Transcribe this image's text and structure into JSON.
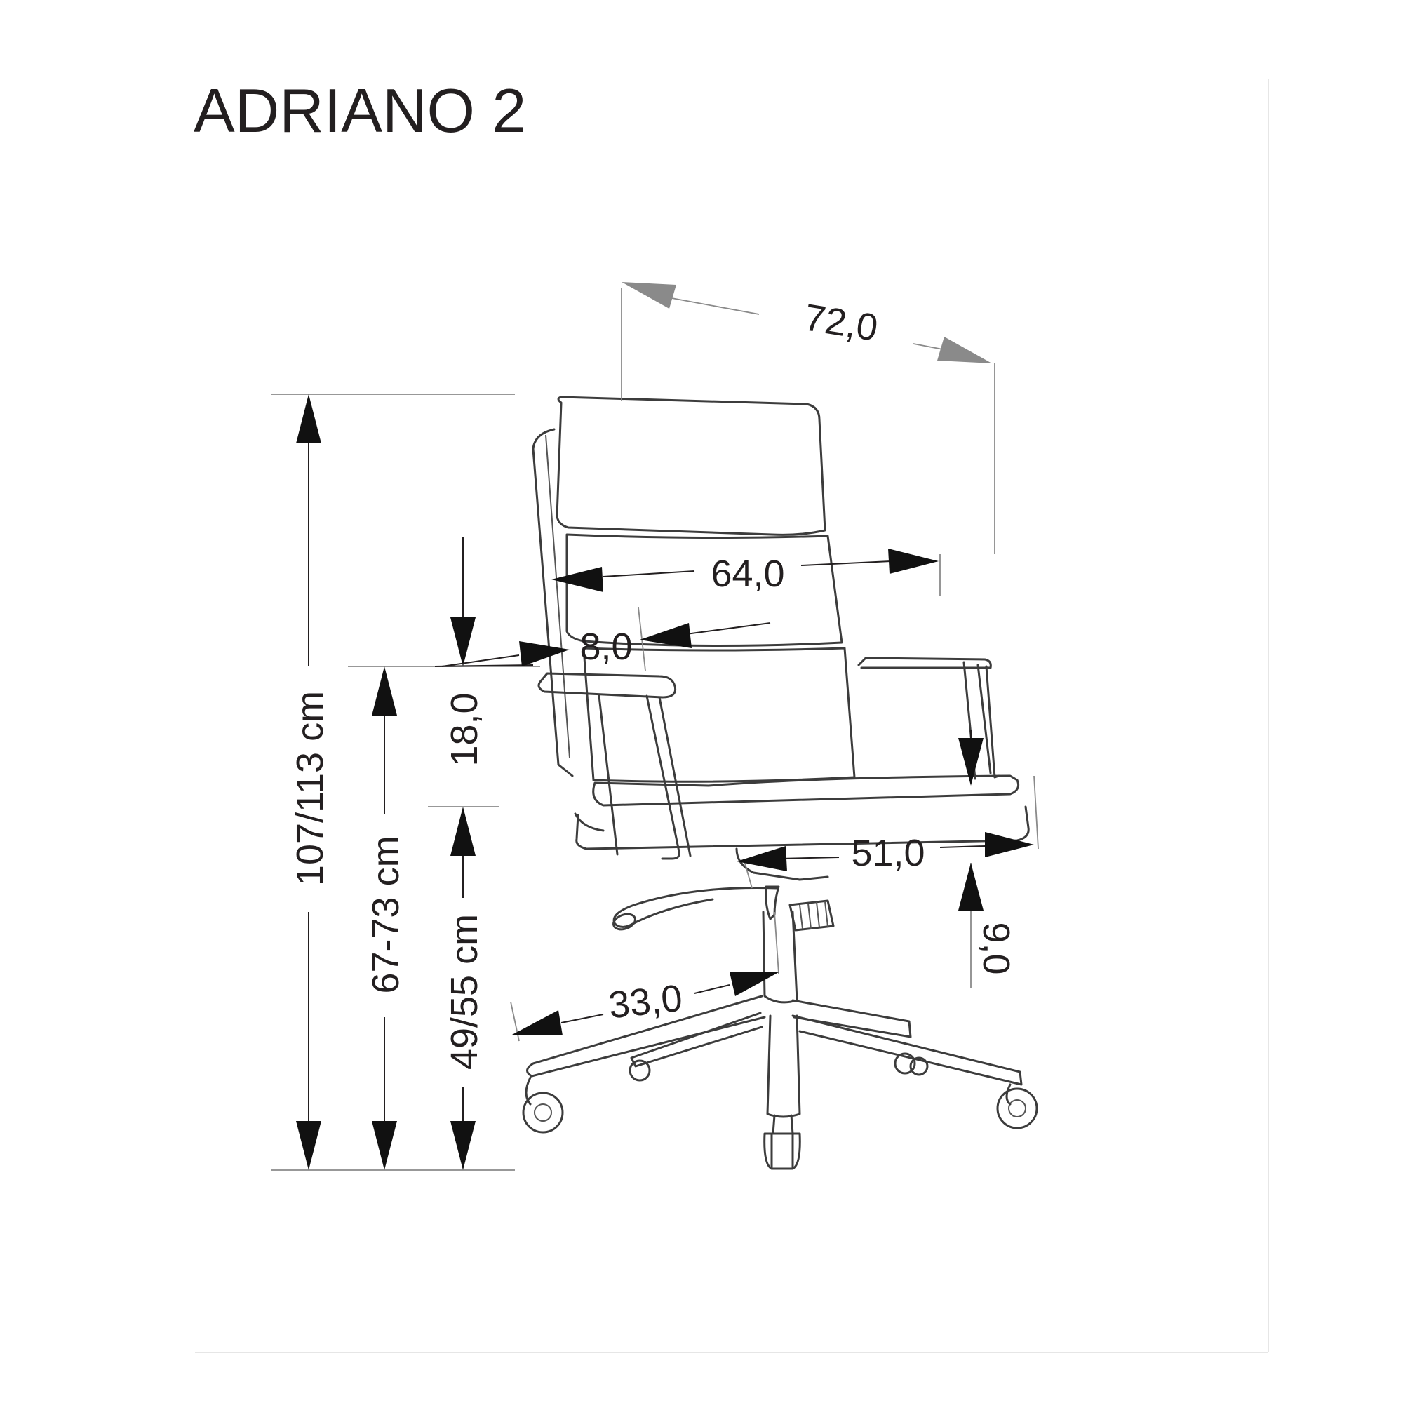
{
  "title": "ADRIANO 2",
  "dimensions": {
    "total_height": "107/113 cm",
    "armrest_height": "67-73 cm",
    "seat_height": "49/55 cm",
    "armrest_to_seat": "18,0",
    "armrest_width": "8,0",
    "inner_width": "64,0",
    "total_width": "72,0",
    "seat_depth": "51,0",
    "seat_thickness": "9,0",
    "base_radius": "33,0"
  }
}
